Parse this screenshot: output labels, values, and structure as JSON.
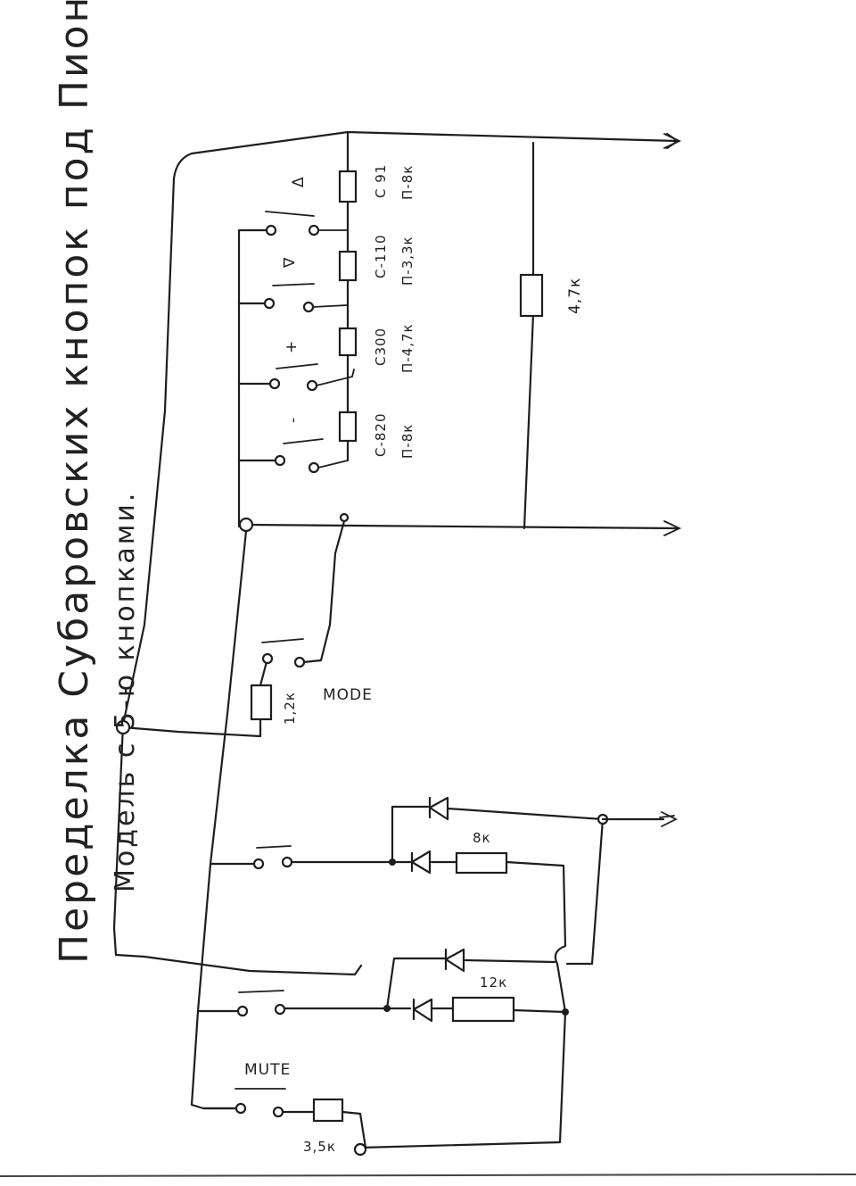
{
  "title": "Переделка Субаровских кнопок под Пионер",
  "subtitle": "Модель с 5-ю кнопками.",
  "buttons": {
    "up": "Δ",
    "down": "∇",
    "plus": "+",
    "minus": "-",
    "mode": "MODE",
    "mute": "MUTE"
  },
  "ladder": [
    {
      "stock": "С 91",
      "new": "П-8к"
    },
    {
      "stock": "С-110",
      "new": "П-3,3к"
    },
    {
      "stock": "С300",
      "new": "П-4,7к"
    },
    {
      "stock": "С-820",
      "new": "П-8к"
    }
  ],
  "resistors": {
    "pullup": "4,7к",
    "mode": "1,2к",
    "diode_top": "8к",
    "diode_bottom": "12к",
    "mute": "3,5к"
  }
}
